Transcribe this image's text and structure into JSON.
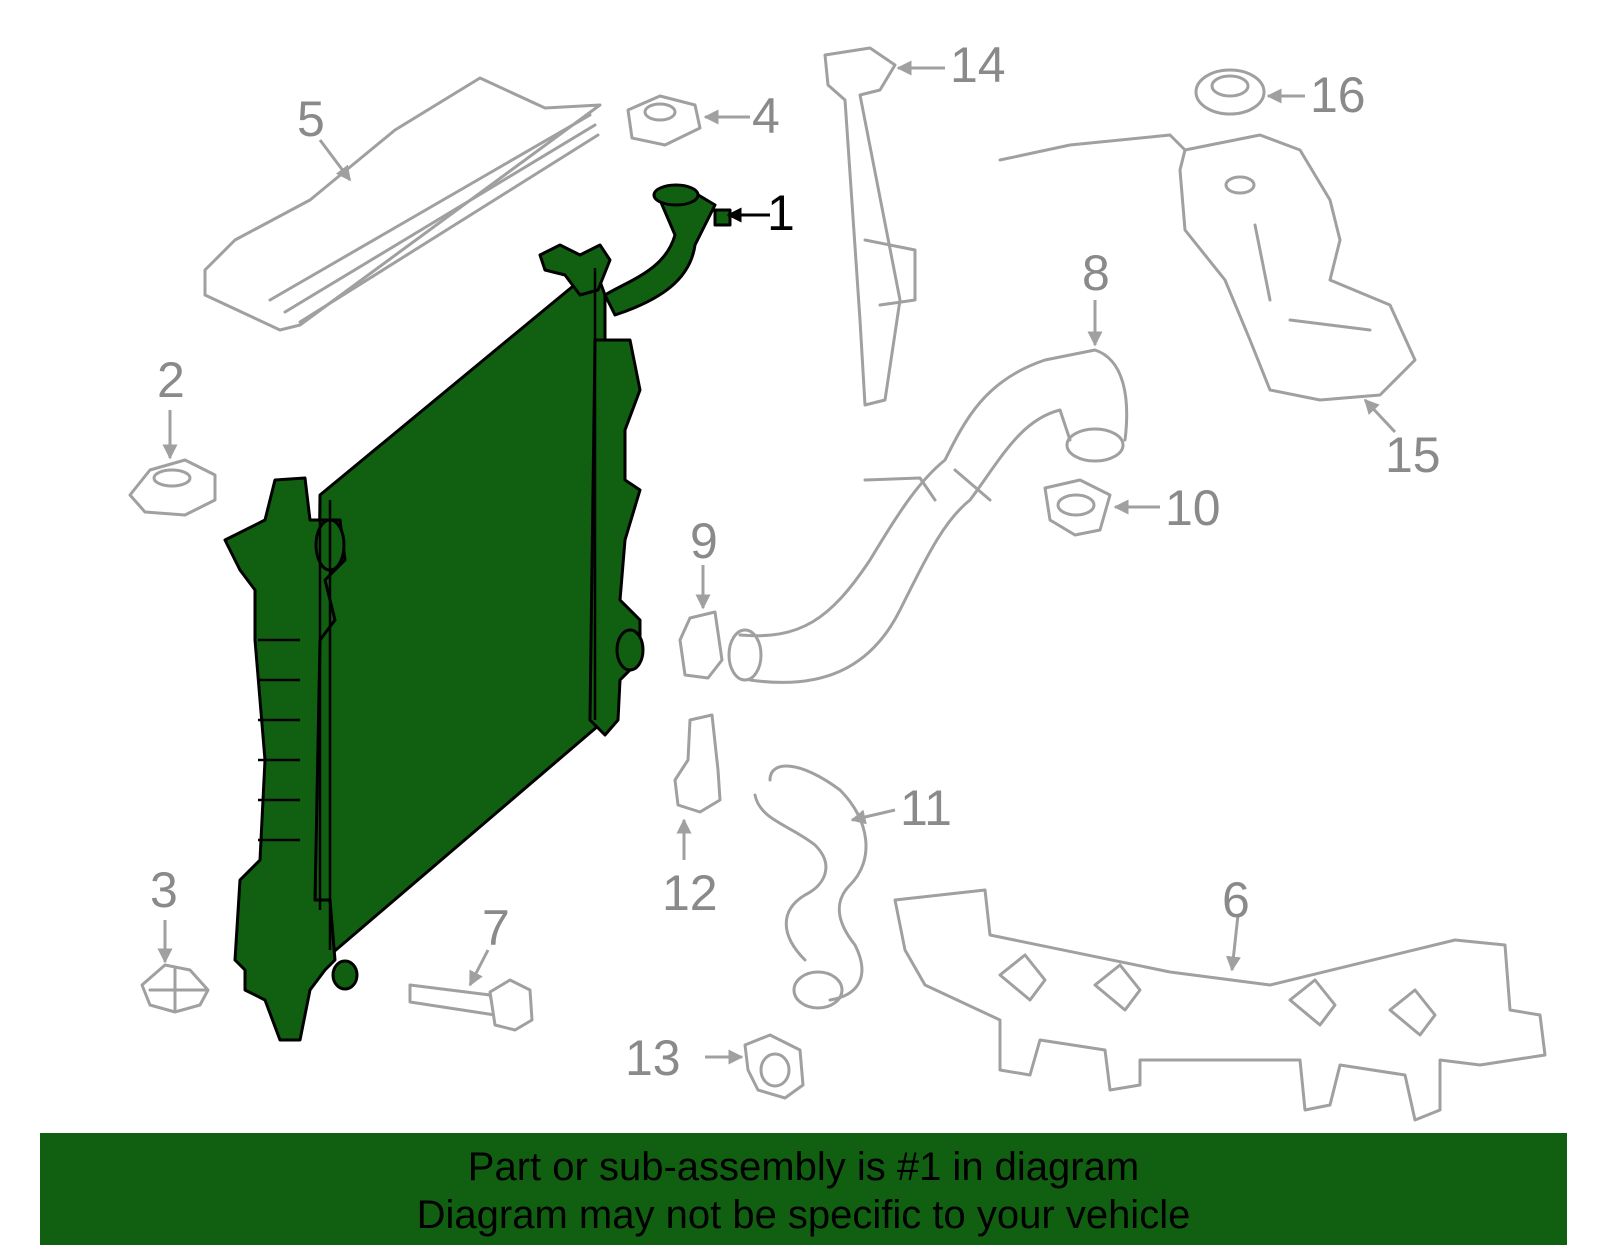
{
  "diagram": {
    "callouts": [
      "1",
      "2",
      "3",
      "4",
      "5",
      "6",
      "7",
      "8",
      "9",
      "10",
      "11",
      "12",
      "13",
      "14",
      "15",
      "16"
    ],
    "highlighted_part": "1",
    "colors": {
      "highlight": "#116011",
      "outline": "#000000",
      "parts": "#a0a0a0",
      "labels": "#8a8a8a"
    }
  },
  "banner": {
    "line1": "Part or sub-assembly is #1 in diagram",
    "line2": "Diagram may not be specific to your vehicle"
  }
}
